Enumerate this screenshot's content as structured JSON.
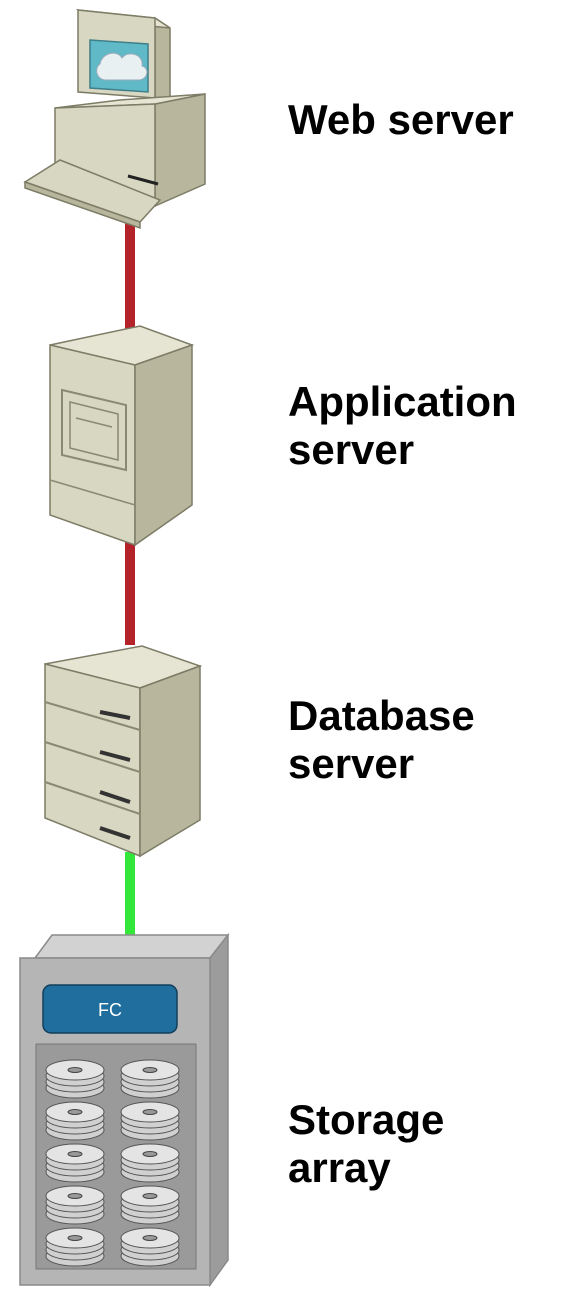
{
  "nodes": [
    {
      "id": "web",
      "lines": [
        "Web server"
      ],
      "icon": "desktop-computer-icon"
    },
    {
      "id": "app",
      "lines": [
        "Application",
        "server"
      ],
      "icon": "tower-server-icon"
    },
    {
      "id": "db",
      "lines": [
        "Database",
        "server"
      ],
      "icon": "rack-server-icon"
    },
    {
      "id": "storage",
      "lines": [
        "Storage",
        "array"
      ],
      "icon": "storage-array-icon",
      "controller_label": "FC"
    }
  ],
  "links": [
    {
      "from": "web",
      "to": "app",
      "color": "#B4222A"
    },
    {
      "from": "app",
      "to": "db",
      "color": "#B4222A"
    },
    {
      "from": "db",
      "to": "storage",
      "color": "#33E63A"
    }
  ],
  "colors": {
    "device_face": "#D8D7C1",
    "device_side": "#B8B79E",
    "device_top": "#E6E5D3",
    "screen": "#5FB9C6",
    "fc_panel": "#1F6E9E",
    "cabinet": "#B5B5B5"
  }
}
